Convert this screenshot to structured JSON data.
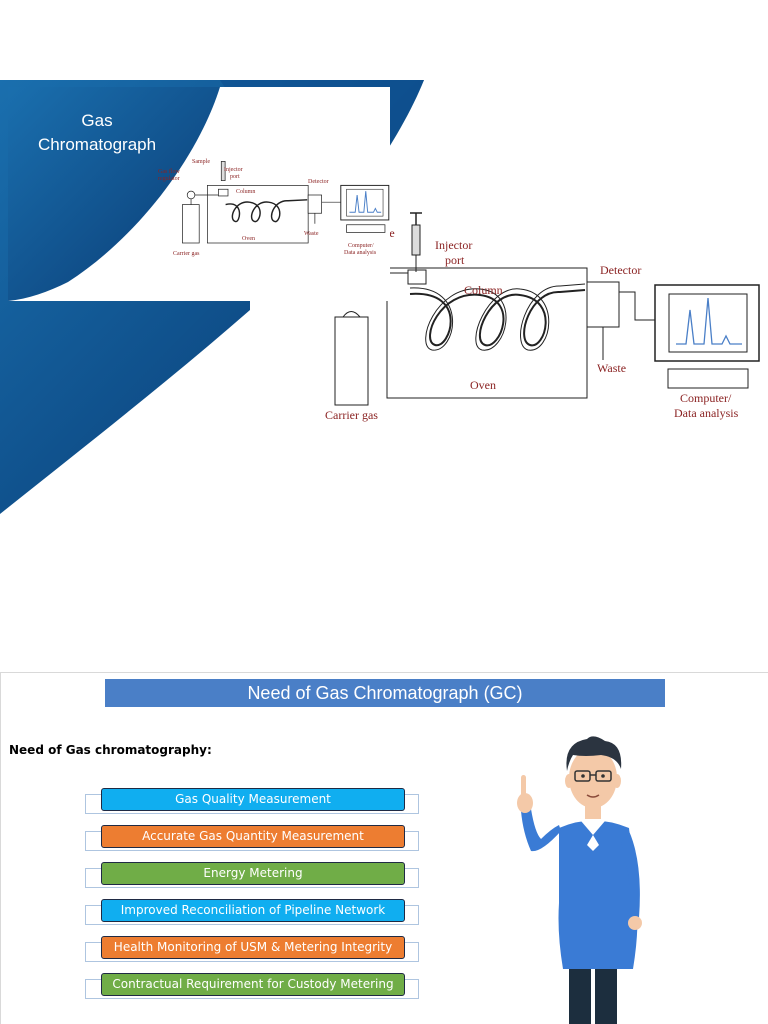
{
  "slide1": {
    "title_line1": "Gas",
    "title_line2": "Chromatograph",
    "diagram_labels": {
      "sample": "Sample",
      "sample_partial": "ple",
      "injector_line1": "Injector",
      "injector_line2": "port",
      "column": "Column",
      "detector": "Detector",
      "waste": "Waste",
      "oven": "Oven",
      "carrier_gas": "Carrier gas",
      "computer_line1": "Computer/",
      "computer_line2": "Data analysis",
      "gas_flow_line1": "Gas flow",
      "gas_flow_line2": "regulator"
    }
  },
  "slide2": {
    "title": "Need of Gas Chromatograph (GC)",
    "subtitle": "Need of Gas chromatography:",
    "items": [
      {
        "label": "Gas Quality Measurement",
        "color": "#10aef0"
      },
      {
        "label": "Accurate Gas Quantity Measurement",
        "color": "#ed7d31"
      },
      {
        "label": "Energy Metering",
        "color": "#70ad47"
      },
      {
        "label": "Improved Reconciliation of Pipeline Network",
        "color": "#10aef0"
      },
      {
        "label": "Health Monitoring of USM  & Metering Integrity",
        "color": "#ed7d31"
      },
      {
        "label": "Contractual Requirement for Custody Metering",
        "color": "#70ad47"
      }
    ]
  },
  "colors": {
    "slide_bg_dark": "#0b2e5c",
    "slide_bg_mid": "#1a6fae",
    "title_bar": "#4a7fc7",
    "diagram_text": "#8b2323"
  }
}
